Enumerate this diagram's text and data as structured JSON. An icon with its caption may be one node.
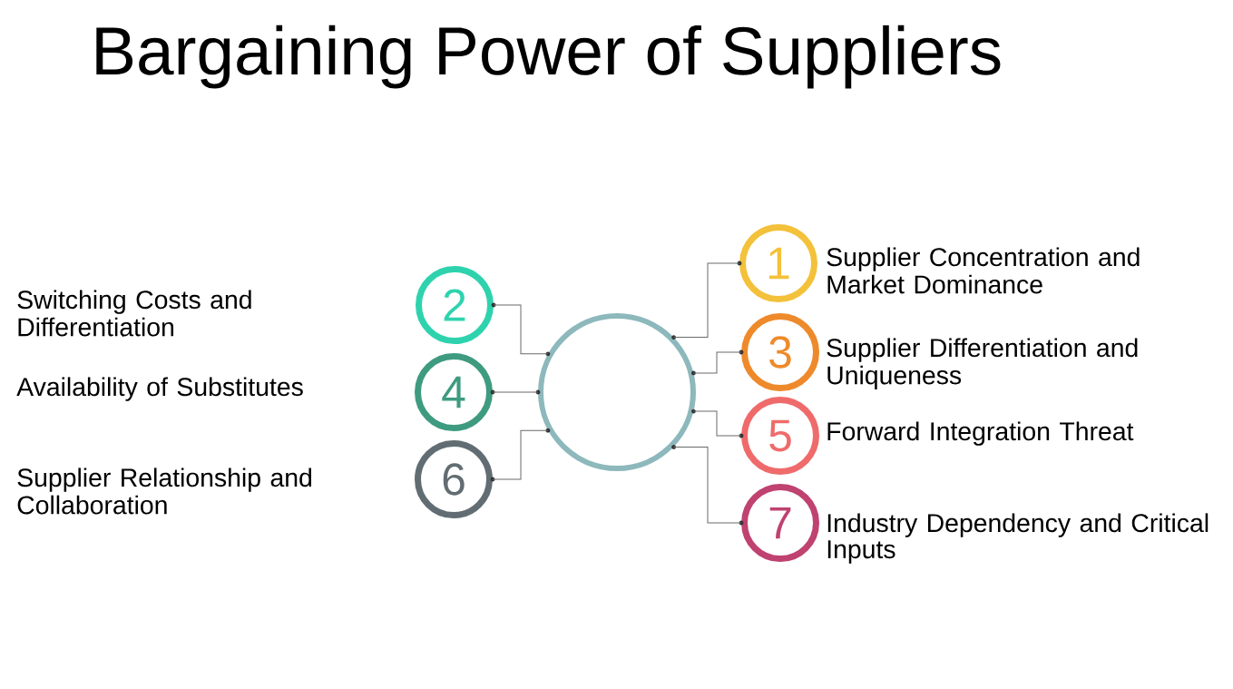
{
  "diagram": {
    "title": "Bargaining Power of Suppliers",
    "nodes": [
      {
        "text": [
          "1"
        ],
        "beside": [
          "Supplier Concentration and Market Dominance"
        ]
      },
      {
        "text": [
          "2"
        ]
      },
      {
        "text": [
          "3"
        ],
        "beside": [
          "Supplier Differentiation and Uniqueness"
        ]
      },
      {
        "text": [
          "4"
        ]
      },
      {
        "text": [
          "5"
        ],
        "beside": [
          "Forward Integration Threat"
        ]
      },
      {
        "text": [
          "6"
        ]
      },
      {
        "text": [
          "7"
        ],
        "beside": [
          "Industry Dependency and Critical Inputs"
        ]
      },
      {
        "text": [],
        "shape": "circle"
      }
    ],
    "edges": [
      {
        "from": 7,
        "to": 0,
        "arrow": "none"
      },
      {
        "from": 7,
        "to": 1,
        "arrow": "none"
      },
      {
        "from": 7,
        "to": 2,
        "arrow": "none"
      },
      {
        "from": 7,
        "to": 3,
        "arrow": "none"
      },
      {
        "from": 7,
        "to": 4,
        "arrow": "none"
      },
      {
        "from": 7,
        "to": 5,
        "arrow": "none"
      },
      {
        "from": 7,
        "to": 6,
        "arrow": "none"
      }
    ],
    "labels": [
      "Switching Costs and Differentiation",
      "Availability of Substitutes",
      "Supplier Relationship and Collaboration"
    ]
  }
}
